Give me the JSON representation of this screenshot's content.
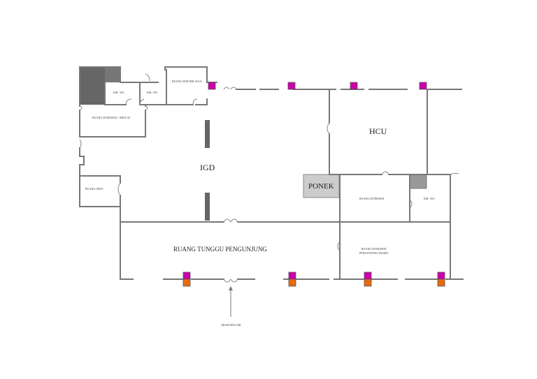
{
  "rooms": {
    "km_wc_1": "KM / WC",
    "km_wc_2": "KM / WC",
    "ruang_dokter_jaga": "RUANG DOKTER JAGA",
    "ruang_istirahat_shelat": "RUANG ISTIRAHAT / SHOLAT",
    "igd": "IGD",
    "ruang_obat": "RUANG OBAT",
    "hcu": "HCU",
    "ponek": "PONEK",
    "ruang_istirahat": "RUANG ISTIRAHAT",
    "km_wc_3": "KM / WC",
    "ruang_tunggu": "RUANG TUNGGU PENGUNJUNG",
    "ruang_istirahat_pasien_line1": "RUANG ISTIRAHAT",
    "ruang_istirahat_pasien_line2": "PENGUNJUNG PASIEN"
  },
  "entrance_label": "ARAH KELUAR",
  "colors": {
    "wall": "#777777",
    "magenta_marker": "#cc00aa",
    "orange_marker": "#e86a10",
    "ponek_fill": "#cccccc",
    "dark_block": "#666666"
  }
}
